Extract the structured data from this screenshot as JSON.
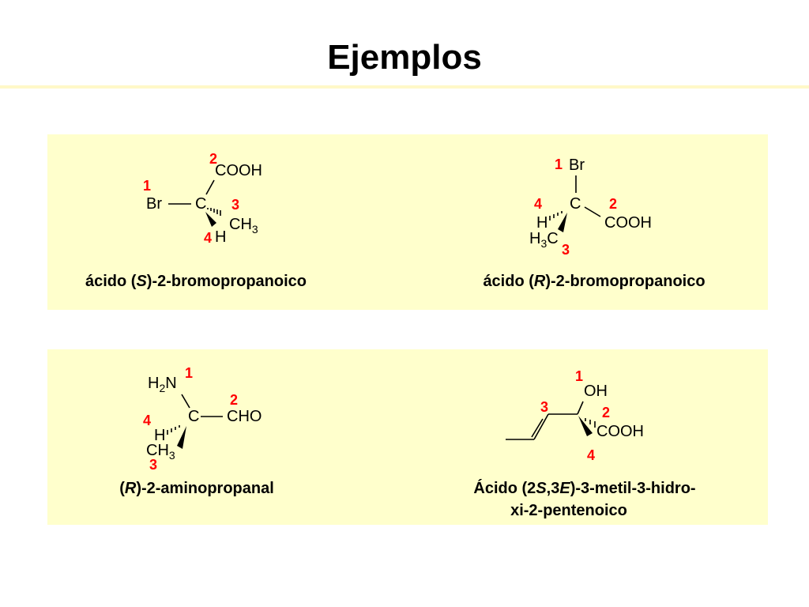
{
  "title": "Ejemplos",
  "colors": {
    "panel": "#ffffcc",
    "priority_number": "#ff0000"
  },
  "panels": [
    {
      "examples": [
        {
          "atoms": {
            "c": "C",
            "top": "COOH",
            "left": "Br",
            "right": "CH",
            "right_sub": "3",
            "bottom": "H"
          },
          "priorities": {
            "top": "2",
            "left": "1",
            "right": "3",
            "bottom": "4"
          },
          "caption": {
            "pre": "ácido (",
            "descriptor": "S",
            "post": ")-2-bromopropanoico"
          }
        },
        {
          "atoms": {
            "c": "C",
            "top": "Br",
            "right": "COOH",
            "h": "H",
            "methyl_h": "H",
            "methyl_sub": "3",
            "methyl_c": "C"
          },
          "priorities": {
            "top": "1",
            "h": "4",
            "right": "2",
            "methyl": "3"
          },
          "caption": {
            "pre": "ácido (",
            "descriptor": "R",
            "post": ")-2-bromopropanoico"
          }
        }
      ]
    },
    {
      "examples": [
        {
          "atoms": {
            "c": "C",
            "amine_h": "H",
            "amine_sub": "2",
            "amine_n": "N",
            "right": "CHO",
            "h": "H",
            "methyl": "CH",
            "methyl_sub": "3"
          },
          "priorities": {
            "amine": "1",
            "right": "2",
            "h": "4",
            "methyl": "3"
          },
          "caption": {
            "pre": "(",
            "descriptor": "R",
            "post": ")-2-aminopropanal"
          }
        },
        {
          "atoms": {
            "top": "OH",
            "bottom": "COOH"
          },
          "priorities": {
            "top": "1",
            "chain": "3",
            "right": "2",
            "bottom": "4"
          },
          "caption": {
            "line1_pre": "Ácido (2",
            "line1_s": "S",
            "line1_mid": ",3",
            "line1_e": "E",
            "line1_post": ")-3-metil-3-hidro-",
            "line2": "xi-2-pentenoico"
          }
        }
      ]
    }
  ]
}
